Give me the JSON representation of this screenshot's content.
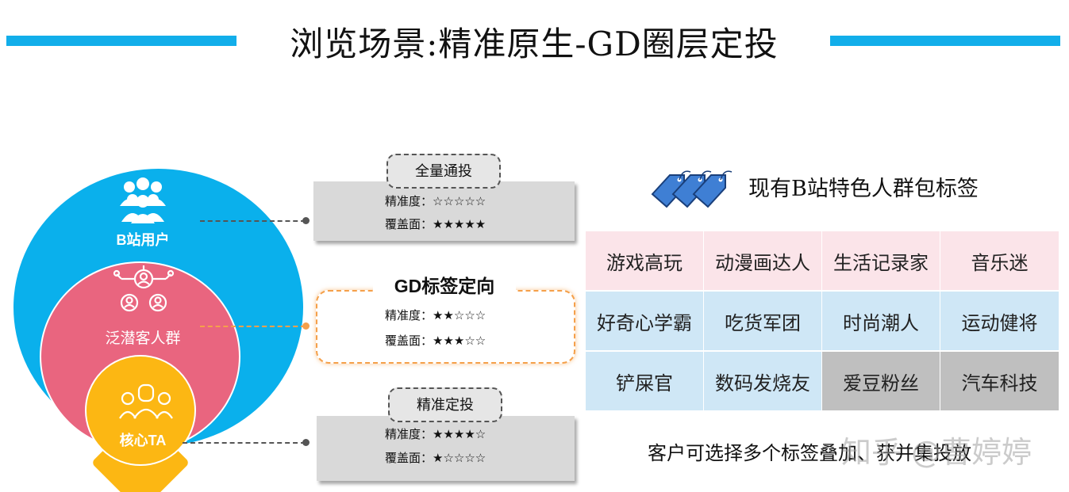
{
  "title": "浏览场景:精准原生-GD圈层定投",
  "colors": {
    "accent": "#12aeea",
    "blue": "#0ab0ec",
    "pink": "#e9657f",
    "yellow": "#fcb713",
    "orange": "#f5a04a",
    "cell_pink": "#fbe4e9",
    "cell_blue": "#cfe7f6",
    "cell_gray": "#bfbfbf"
  },
  "circles": {
    "outer": {
      "label": "B站用户",
      "icon": "users-group-icon"
    },
    "middle": {
      "label": "泛潜客人群",
      "icon": "network-people-icon"
    },
    "inner": {
      "label": "核心TA",
      "icon": "team-icon"
    }
  },
  "boxes": {
    "full": {
      "tag": "全量通投",
      "precision": "精准度：☆☆☆☆☆",
      "coverage": "覆盖面：★★★★★"
    },
    "gd": {
      "tag": "GD标签定向",
      "precision": "精准度：★★☆☆☆",
      "coverage": "覆盖面：★★★☆☆"
    },
    "precise": {
      "tag": "精准定投",
      "precision": "精准度：★★★★☆",
      "coverage": "覆盖面：★☆☆☆☆"
    }
  },
  "right_panel": {
    "title": "现有B站特色人群包标签",
    "icon": "tags-icon",
    "rows": [
      {
        "color": "#fbe4e9",
        "cells": [
          "游戏高玩",
          "动漫画达人",
          "生活记录家",
          "音乐迷"
        ]
      },
      {
        "color": "#cfe7f6",
        "cells": [
          "好奇心学霸",
          "吃货军团",
          "时尚潮人",
          "运动健将"
        ]
      },
      {
        "color": "#cfe7f6",
        "cells": [
          "铲屎官",
          "数码发烧友",
          "爱豆粉丝",
          "汽车科技"
        ]
      }
    ],
    "gray_cells": [
      [
        2,
        2
      ],
      [
        2,
        3
      ]
    ],
    "note": "客户可选择多个标签叠加、获并集投放"
  },
  "watermark": "知乎 @曹婷婷"
}
